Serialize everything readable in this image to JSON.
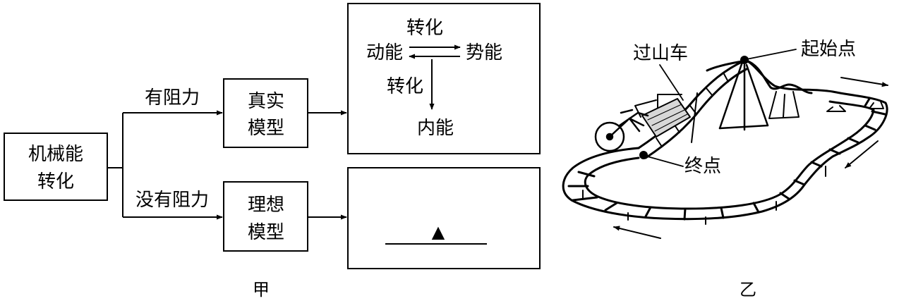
{
  "jia": {
    "caption": "甲",
    "source": "机械能转化",
    "source_lines": [
      "机械能",
      "转化"
    ],
    "branch_top_label": "有阻力",
    "branch_bottom_label": "没有阻力",
    "real_model_lines": [
      "真实",
      "模型"
    ],
    "ideal_model_lines": [
      "理想",
      "模型"
    ],
    "result_top": {
      "convert_top": "转化",
      "kinetic": "动能",
      "potential": "势能",
      "convert_side": "转化",
      "internal": "内能"
    },
    "result_bottom": {
      "blank_mark": "▲"
    }
  },
  "yi": {
    "caption": "乙",
    "label_coaster": "过山车",
    "label_start": "起始点",
    "label_end": "终点"
  }
}
